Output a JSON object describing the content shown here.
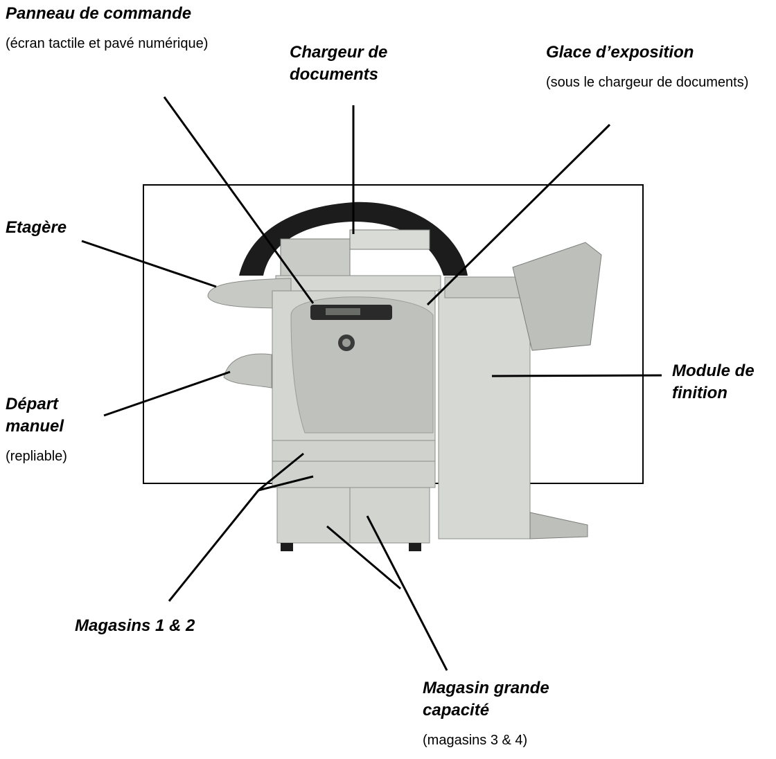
{
  "colors": {
    "background": "#ffffff",
    "line": "#000000",
    "scanner_cover": "#1c1c1c",
    "body_light": "#d4d6d2",
    "body_mid": "#bfc1bd",
    "body_dark": "#8a8c88",
    "shadow": "#2a2a2a"
  },
  "labels": {
    "panneau": {
      "title": "Panneau de commande",
      "sub": "(écran tactile et pavé numérique)"
    },
    "chargeur": {
      "title": "Chargeur de documents"
    },
    "glace": {
      "title": "Glace d’exposition",
      "sub": "(sous le chargeur de documents)"
    },
    "etagere": {
      "title": "Etagère"
    },
    "module": {
      "title": "Module de finition"
    },
    "depart": {
      "title": "Départ manuel",
      "sub": "(repliable)"
    },
    "mag12": {
      "title": "Magasins 1 & 2"
    },
    "mag34": {
      "title": "Magasin grande capacité",
      "sub": "(magasins 3 & 4)"
    }
  }
}
